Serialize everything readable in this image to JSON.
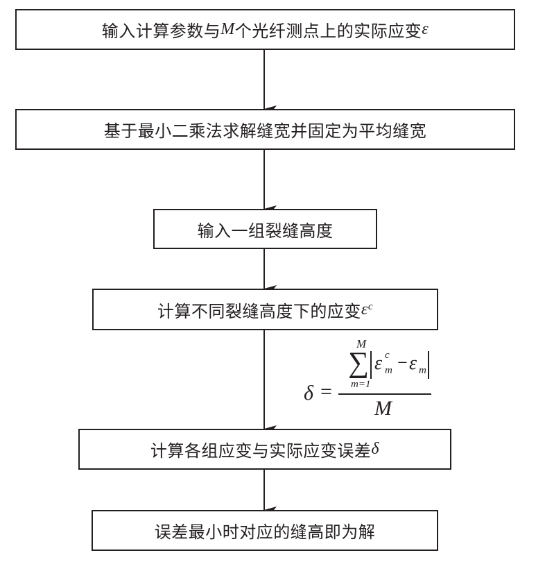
{
  "diagram": {
    "type": "flowchart",
    "direction": "top-to-bottom",
    "stroke_color": "#231f20",
    "background_color": "#ffffff",
    "nodes": [
      {
        "id": "n1",
        "text": "输入计算参数与",
        "math_inline": "M",
        "text_after": "个光纤测点上的实际应变",
        "math_suffix": "ε"
      },
      {
        "id": "n2",
        "text": "基于最小二乘法求解缝宽并固定为平均缝宽"
      },
      {
        "id": "n3",
        "text": "输入一组裂缝高度"
      },
      {
        "id": "n4",
        "text": "计算不同裂缝高度下的应变",
        "math_suffix": "ε",
        "math_superscript": "c"
      },
      {
        "id": "n5",
        "text": "计算各组应变与实际应变误差",
        "math_suffix": "δ"
      },
      {
        "id": "n6",
        "text": "误差最小时对应的缝高即为解"
      }
    ],
    "edges": [
      {
        "from": "n1",
        "to": "n2"
      },
      {
        "from": "n2",
        "to": "n3"
      },
      {
        "from": "n3",
        "to": "n4"
      },
      {
        "from": "n4",
        "to": "n5"
      },
      {
        "from": "n5",
        "to": "n6"
      }
    ],
    "annotation": {
      "attached_to_edge": "n4->n5",
      "formula_latex": "\\delta = \\frac{\\sum_{m=1}^{M}\\left|\\varepsilon_m^c - \\varepsilon_m\\right|}{M}",
      "parts": {
        "lhs": "δ",
        "equals": "=",
        "sum_symbol": "∑",
        "sum_upper": "M",
        "sum_lower": "m=1",
        "term1_base": "ε",
        "term1_sup": "c",
        "term1_sub": "m",
        "minus": "−",
        "term2_base": "ε",
        "term2_sub": "m",
        "denominator": "M"
      }
    }
  }
}
